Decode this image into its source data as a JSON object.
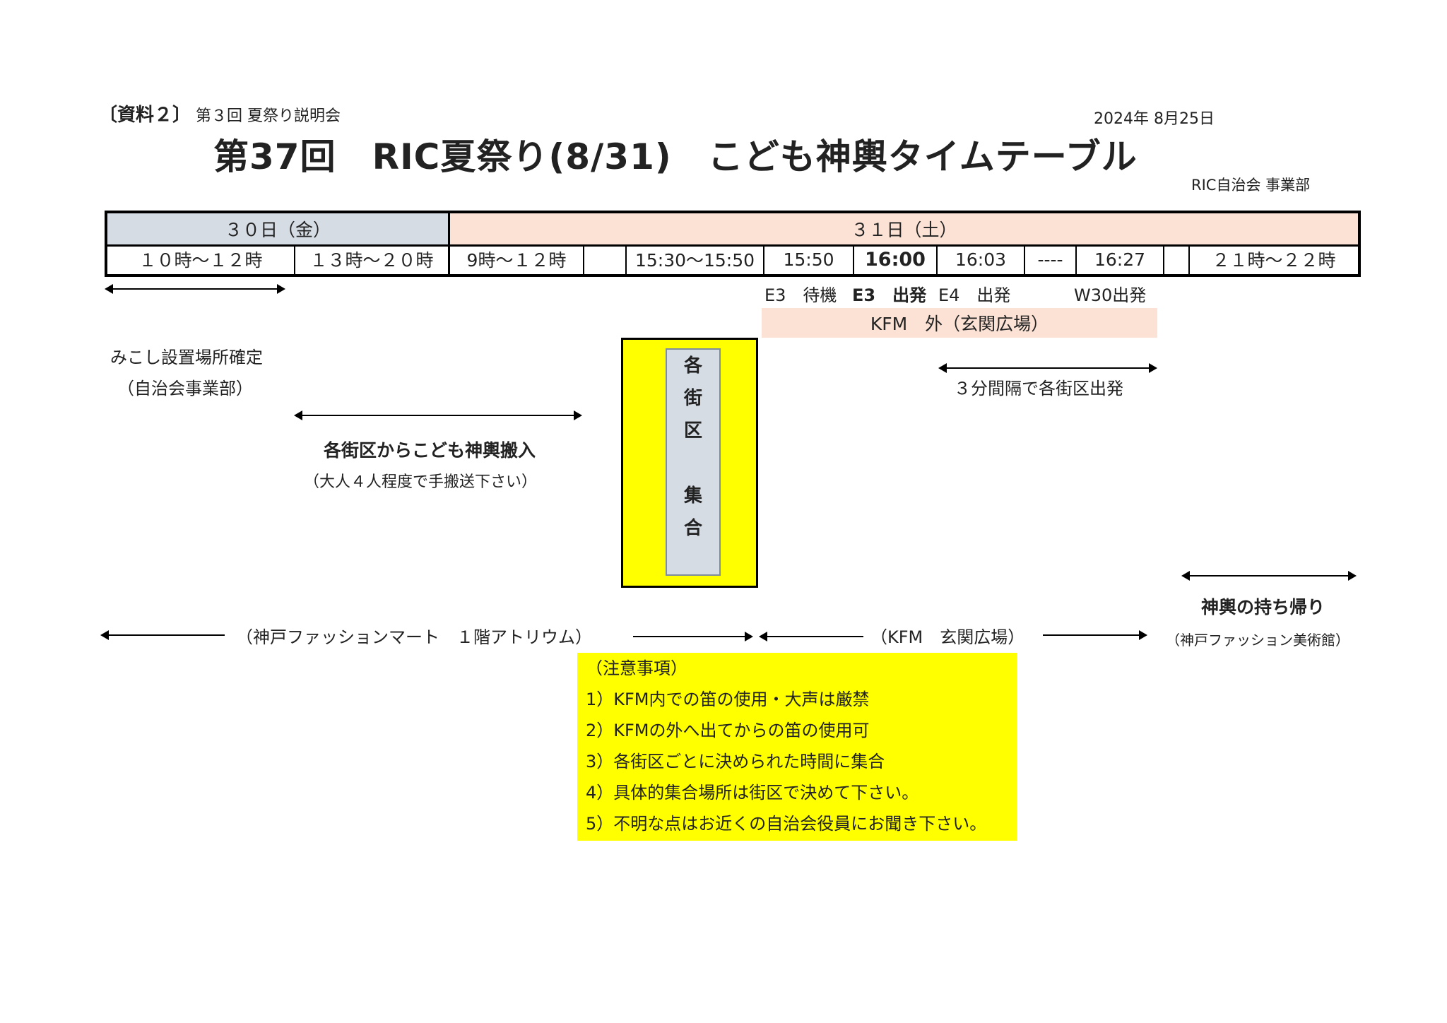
{
  "header": {
    "doc_label_main": "〔資料２〕",
    "doc_label_sub": "第３回 夏祭り説明会",
    "date": "2024年 8月25日",
    "title": "第37回　RIC夏祭り(8/31)　こども神輿タイムテーブル",
    "org": "RIC自治会 事業部"
  },
  "timetable": {
    "days": [
      "３０日（金）",
      "３１日（土）"
    ],
    "slots": [
      "１０時～１２時",
      "１３時～２０時",
      "9時～１２時",
      "",
      "15:30～15:50",
      "15:50",
      "16:00",
      "16:03",
      "----",
      "16:27",
      "",
      "２１時～２２時"
    ]
  },
  "events": {
    "e3_wait": "E3　待機",
    "e3_depart": "E3　出発",
    "e4_depart": "E4　出発",
    "w30_depart": "W30出発",
    "kfm_outside": "KFM　外（玄関広場）",
    "interval": "３分間隔で各街区出発",
    "mikoshi_place": "みこし設置場所確定",
    "mikoshi_place_sub": "（自治会事業部）",
    "carry_in": "各街区からこども神輿搬入",
    "carry_in_sub": "（大人４人程度で手搬送下さい）",
    "gather_chars": [
      "各",
      "街",
      "区",
      "",
      "集",
      "合"
    ],
    "take_home": "神輿の持ち帰り",
    "take_home_sub": "（神戸ファッション美術館）",
    "loc_atrium": "（神戸ファッションマート　１階アトリウム）",
    "loc_kfm": "（KFM　玄関広場）"
  },
  "notes": {
    "heading": "（注意事項）",
    "items": [
      "1）KFM内での笛の使用・大声は厳禁",
      "2）KFMの外へ出てからの笛の使用可",
      "3）各街区ごとに決められた時間に集合",
      "4）具体的集合場所は街区で決めて下さい。",
      "5）不明な点はお近くの自治会役員にお聞き下さい。"
    ]
  },
  "colors": {
    "day30_bg": "#d6dce4",
    "day31_bg": "#fbe2d5",
    "highlight_yellow": "#ffff00"
  }
}
